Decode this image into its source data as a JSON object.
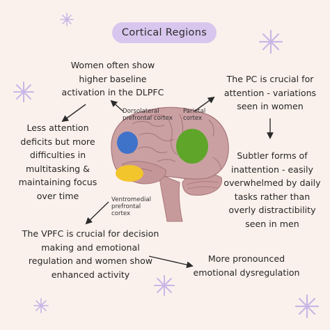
{
  "title": "Cortical Regions",
  "notes": {
    "dlpfc_top": [
      "Women often show",
      "higher baseline",
      "activation in the DLPFC"
    ],
    "left_middle": [
      "Less attention",
      "deficits but more",
      "difficulties in",
      "multitasking &",
      "maintaining focus",
      "over time"
    ],
    "pc_top": [
      "The PC is crucial for",
      "attention - variations",
      "seen in women"
    ],
    "right_middle": [
      "Subtler forms of",
      "inattention - easily",
      "overwhelmed by daily",
      "tasks rather than",
      "overly distractibility",
      "seen in men"
    ],
    "vpfc_bottom": [
      "The VPFC is crucial for decision",
      "making and emotional",
      "regulation and women show",
      "enhanced activity"
    ],
    "bottom_right": [
      "More pronounced",
      "emotional dysregulation"
    ]
  },
  "brain_labels": {
    "dlpfc": [
      "Dorsolateral",
      "prefrontal cortex"
    ],
    "parietal": [
      "Parietal",
      "cortex"
    ],
    "vmpfc": [
      "Ventromedial",
      "prefrontal",
      "cortex"
    ]
  },
  "colors": {
    "background": "#fbf1ec",
    "pill": "#d9c6ee",
    "dlpfc_region": "#3f72c9",
    "parietal_region": "#5fa52a",
    "vmpfc_region": "#f2c52c",
    "brain": "#c99ea0",
    "sparkle": "#c9b6e6"
  },
  "icons": [
    "sparkle-icon",
    "arrow-icon",
    "brain-illustration"
  ]
}
